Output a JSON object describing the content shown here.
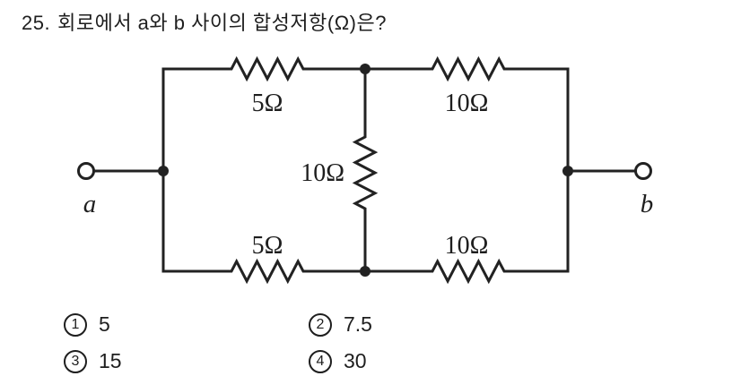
{
  "question": {
    "number": "25.",
    "text": "회로에서  a와  b  사이의  합성저항(Ω)은?"
  },
  "circuit": {
    "terminals": {
      "a": "a",
      "b": "b"
    },
    "resistors": {
      "top_left": "5Ω",
      "top_right": "10Ω",
      "middle": "10Ω",
      "bottom_left": "5Ω",
      "bottom_right": "10Ω"
    }
  },
  "options": [
    {
      "number": "1",
      "value": "5"
    },
    {
      "number": "2",
      "value": "7.5"
    },
    {
      "number": "3",
      "value": "15"
    },
    {
      "number": "4",
      "value": "30"
    }
  ],
  "colors": {
    "ink": "#1e1e1e",
    "background": "#ffffff"
  }
}
